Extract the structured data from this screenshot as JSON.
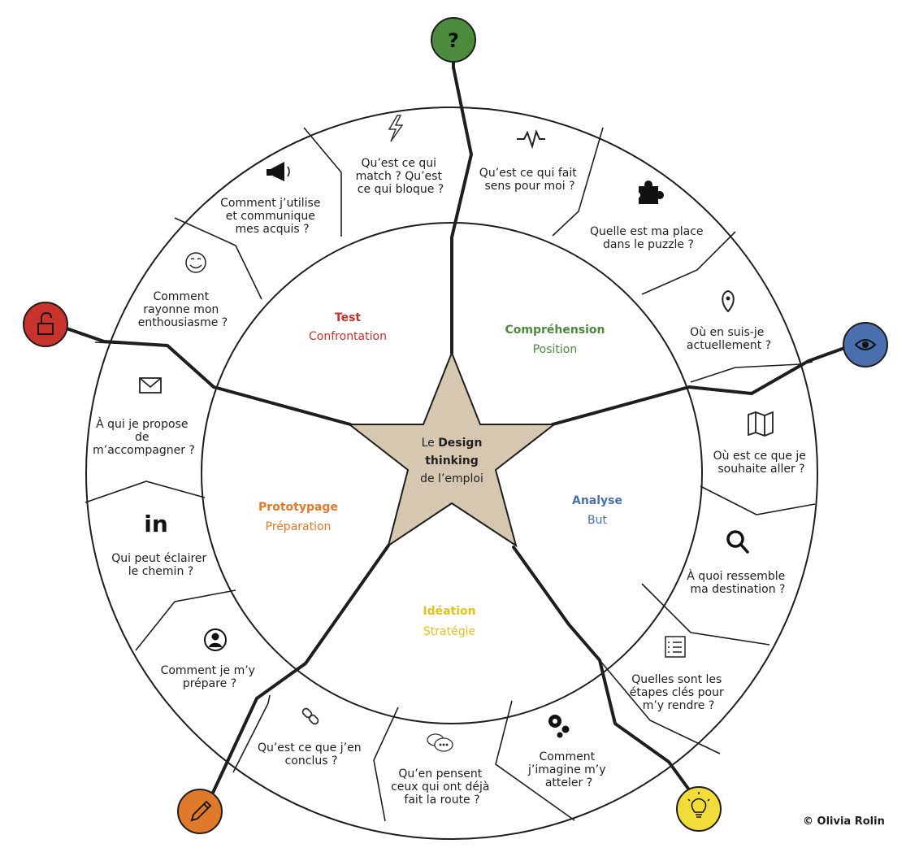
{
  "center": {
    "prefix": "Le ",
    "bold1": "Design",
    "bold2": "thinking",
    "suffix": "de l’emploi"
  },
  "phases": [
    {
      "title": "Test",
      "subtitle": "Confrontation",
      "color": "#c8332e"
    },
    {
      "title": "Compréhension",
      "subtitle": "Position",
      "color": "#4b8b3b"
    },
    {
      "title": "Analyse",
      "subtitle": "But",
      "color": "#4a6fae"
    },
    {
      "title": "Idéation",
      "subtitle": "Stratégie",
      "color": "#e2c21b"
    },
    {
      "title": "Prototypage",
      "subtitle": "Préparation",
      "color": "#e07a2b"
    }
  ],
  "questions": [
    {
      "icon": "lightning-icon",
      "lines": [
        "Qu’est ce qui",
        "match ? Qu’est",
        "ce qui bloque ?"
      ]
    },
    {
      "icon": "heartbeat-icon",
      "lines": [
        "Qu’est ce qui fait",
        "sens pour moi ?"
      ]
    },
    {
      "icon": "puzzle-icon",
      "lines": [
        "Quelle est ma place",
        "dans le puzzle ?"
      ]
    },
    {
      "icon": "location-pin-icon",
      "lines": [
        "Où en suis-je",
        "actuellement ?"
      ]
    },
    {
      "icon": "map-icon",
      "lines": [
        "Où est ce que je",
        "souhaite aller ?"
      ]
    },
    {
      "icon": "magnifier-icon",
      "lines": [
        "À quoi ressemble",
        "ma destination ?"
      ]
    },
    {
      "icon": "checklist-icon",
      "lines": [
        "Quelles sont les",
        "étapes clés pour",
        "m’y rendre ?"
      ]
    },
    {
      "icon": "gears-icon",
      "lines": [
        "Comment",
        "j’imagine m’y",
        "atteler ?"
      ]
    },
    {
      "icon": "chat-bubbles-icon",
      "lines": [
        "Qu’en pensent",
        "ceux qui ont déjà",
        "fait la route ?"
      ]
    },
    {
      "icon": "link-icon",
      "lines": [
        "Qu’est ce que j’en",
        "conclus ?"
      ]
    },
    {
      "icon": "user-icon",
      "lines": [
        "Comment je m’y",
        "prépare ?"
      ]
    },
    {
      "icon": "linkedin-icon",
      "label": "in",
      "lines": [
        "Qui peut éclairer",
        "le chemin ?"
      ]
    },
    {
      "icon": "envelope-icon",
      "lines": [
        "À qui je propose",
        "de",
        "m’accompagner ?"
      ]
    },
    {
      "icon": "smiley-icon",
      "lines": [
        "Comment",
        "rayonne mon",
        "enthousiasme ?"
      ]
    },
    {
      "icon": "megaphone-icon",
      "lines": [
        "Comment j’utilise",
        "et communique",
        "mes acquis ?"
      ]
    }
  ],
  "nodes": [
    {
      "icon": "question-icon",
      "symbol": "?",
      "color": "#4b8b3b"
    },
    {
      "icon": "eye-icon",
      "color": "#4a6fae"
    },
    {
      "icon": "lightbulb-icon",
      "color": "#f2dc3a"
    },
    {
      "icon": "pencil-icon",
      "color": "#e07a2b"
    },
    {
      "icon": "unlock-icon",
      "color": "#c8332e"
    }
  ],
  "colors": {
    "star": "#d6c8b0",
    "line": "#1e1e1e",
    "ring": "#1e1e1e"
  },
  "credit": "© Olivia Rolin"
}
